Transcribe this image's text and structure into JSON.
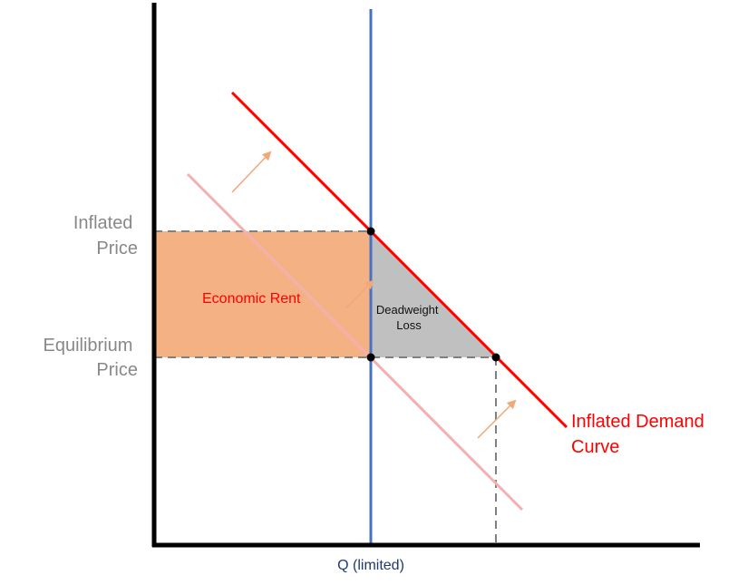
{
  "labels": {
    "inflated_price": [
      "Inflated",
      "Price"
    ],
    "equilibrium_price": [
      "Equilibrium",
      "Price"
    ],
    "economic_rent": "Economic Rent",
    "deadweight_loss": [
      "Deadweight",
      "Loss"
    ],
    "inflated_demand_curve": [
      "Inflated Demand",
      "Curve"
    ],
    "quantity": "Q (limited)"
  },
  "colors": {
    "axis": "#000000",
    "inflated_demand": "#ff0000",
    "original_demand": "#f4b0b0",
    "supply_quantity": "#4472c4",
    "economic_rent_fill": "#f4b183",
    "deadweight_loss_fill": "#c0c0c0",
    "guide_lines": "#808080",
    "shift_arrows": "#f0a878"
  },
  "icons": [
    "shift-arrow",
    "shift-arrow",
    "shift-arrow",
    "shift-arrow"
  ]
}
